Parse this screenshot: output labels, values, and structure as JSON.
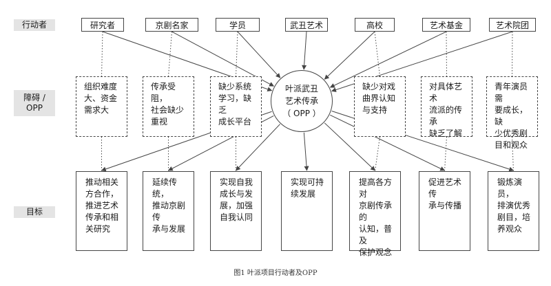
{
  "row_labels": {
    "actors": "行动者",
    "barriers": [
      "障碍 /",
      "OPP"
    ],
    "goals": "目标"
  },
  "actors": [
    "研究者",
    "京剧名家",
    "学员",
    "武丑艺术",
    "高校",
    "艺术基金",
    "艺术院团"
  ],
  "hub": [
    "叶派武丑",
    "艺术传承",
    "（ OPP ）"
  ],
  "barriers": [
    [
      "组织难度",
      "大、资金",
      "需求大"
    ],
    [
      "传承受阻，",
      "社会缺少",
      "重视"
    ],
    [
      "缺少系统",
      "学习，缺乏",
      "成长平台"
    ],
    [
      "缺少对戏",
      "曲界认知",
      "与支持"
    ],
    [
      "对具体艺术",
      "流派的传承",
      "缺乏了解"
    ],
    [
      "青年演员需",
      "要成长，缺",
      "少优秀剧",
      "目和观众"
    ]
  ],
  "goals": [
    [
      "推动相关",
      "方合作，",
      "推进艺术",
      "传承和相",
      "关研究"
    ],
    [
      "延续传统，",
      "推动京剧传",
      "承与发展"
    ],
    [
      "实现自我",
      "成长与发",
      "展，加强",
      "自我认同"
    ],
    [
      "实现可持",
      "续发展"
    ],
    [
      "提高各方对",
      "京剧传承的",
      "认知，普及",
      "保护观念"
    ],
    [
      "促进艺术传",
      "承与传播"
    ],
    [
      "锻炼演员，",
      "排演优秀",
      "剧目，培",
      "养观众"
    ]
  ],
  "caption": "图1  叶派项目行动者及OPP",
  "colors": {
    "line": "#444444",
    "label_bg": "#e4e4e4"
  }
}
